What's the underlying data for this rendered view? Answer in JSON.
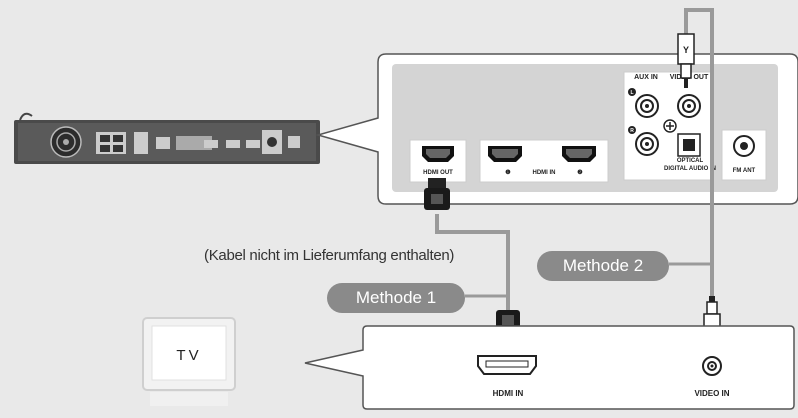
{
  "panel_labels": {
    "hdmi_out": "HDMI OUT",
    "hdmi_in": "HDMI IN",
    "hdmi_in_port_1": "❶",
    "hdmi_in_port_2": "❷",
    "aux_in": "AUX IN",
    "video_out": "VIDEO OUT",
    "optical": "OPTICAL",
    "digital_audio_in": "DIGITAL AUDIO IN",
    "fm_ant": "FM ANT",
    "aux_left": "L",
    "aux_right": "R"
  },
  "tv_labels": {
    "tv": "TV",
    "hdmi_in": "HDMI IN",
    "video_in": "VIDEO IN"
  },
  "cable_labels": {
    "y": "Y"
  },
  "note": "(Kabel nicht im Lieferumfang enthalten)",
  "methods": {
    "method_1": "Methode 1",
    "method_2": "Methode 2"
  },
  "colors": {
    "background": "#e9e9e9",
    "panel_fill": "#ffffff",
    "panel_inner": "#d4d4d4",
    "cable": "#9a9a9a",
    "pill": "#8a8a8a"
  }
}
